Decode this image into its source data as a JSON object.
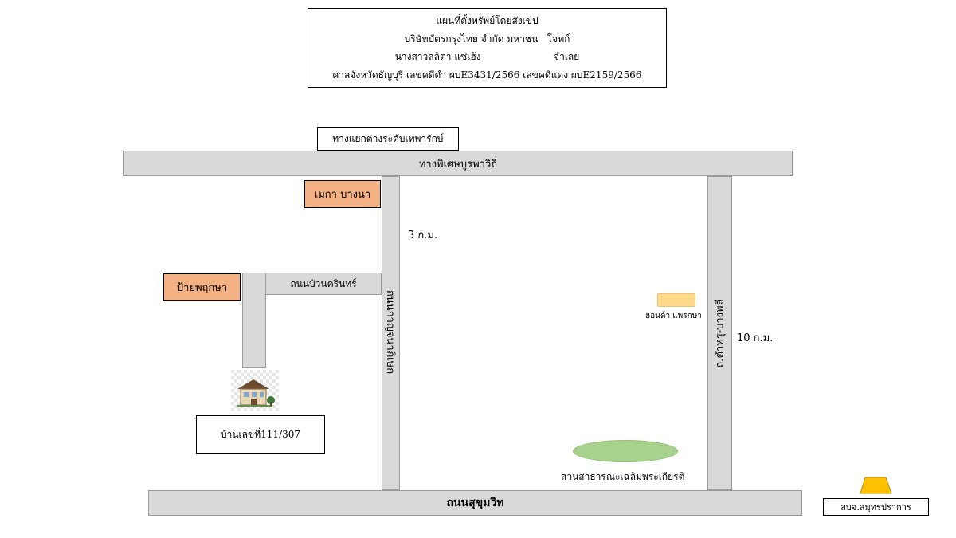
{
  "header": {
    "lines": [
      "แผนที่ตั้งทรัพย์โดยสังเขป",
      "บริษัทบัตรกรุงไทย จำกัด มหาชน   โจทก์",
      "นางสาวลลิตา แซ่เฮ้ง                        จำเลย",
      "ศาลจังหวัดธัญบุรี เลขคดีดำ ผบE3431/2566 เลขคดีแดง ผบE2159/2566"
    ]
  },
  "landmarks": {
    "interchange": "ทางแยกต่างระดับเทพารักษ์",
    "mega_bangna": "เมกา บางนา",
    "prueksa_sign": "ป้ายพฤกษา",
    "house": "บ้านเลขที่111/307",
    "honda": "ฮอนด้า แพรกษา",
    "park": "สวนสาธารณะเฉลิมพระเกียรติ",
    "office": "สบจ.สมุทรปราการ"
  },
  "roads": {
    "expressway": "ทางพิเศษบูรพาวิถี",
    "sukhumvit": "ถนนสุขุมวิท",
    "bunsiri": "ถนนบัวนครินทร์",
    "kanchanaphisek": "ถนนกาญจนาภิเษก",
    "tamru": "ถ.ตำหรุ-บางพลี"
  },
  "distances": {
    "d1": "3 ก.ม.",
    "d2": "10 ก.ม."
  },
  "colors": {
    "road": "#d9d9d9",
    "orange_box": "#f4b183",
    "honda_marker": "#ffd98a",
    "park": "#a9d18e",
    "office_marker": "#ffc000"
  }
}
